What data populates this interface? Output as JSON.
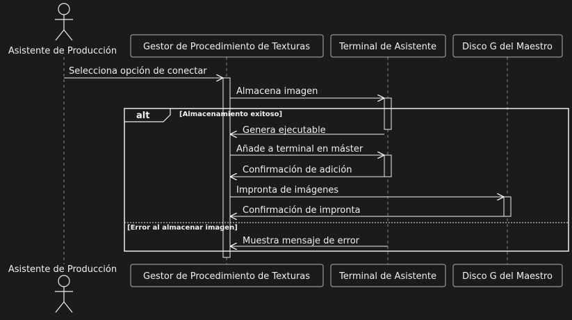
{
  "participants": [
    {
      "id": "asistente",
      "label": "Asistente de Producción",
      "kind": "actor"
    },
    {
      "id": "gestor",
      "label": "Gestor de Procedimiento de Texturas",
      "kind": "box"
    },
    {
      "id": "terminal",
      "label": "Terminal de Asistente",
      "kind": "box"
    },
    {
      "id": "disco",
      "label": "Disco G del Maestro",
      "kind": "box"
    }
  ],
  "messages": [
    {
      "from": "asistente",
      "to": "gestor",
      "label": "Selecciona opción de conectar"
    },
    {
      "from": "gestor",
      "to": "terminal",
      "label": "Almacena imagen"
    },
    {
      "from": "terminal",
      "to": "gestor",
      "label": "Genera ejecutable"
    },
    {
      "from": "gestor",
      "to": "terminal",
      "label": "Añade a terminal en máster"
    },
    {
      "from": "terminal",
      "to": "gestor",
      "label": "Confirmación de adición"
    },
    {
      "from": "gestor",
      "to": "disco",
      "label": "Impronta de imágenes"
    },
    {
      "from": "disco",
      "to": "gestor",
      "label": "Confirmación de impronta"
    },
    {
      "from": "terminal",
      "to": "gestor",
      "label": "Muestra mensaje de error"
    }
  ],
  "fragment": {
    "keyword": "alt",
    "condition_1": "[Almacenamiento exitoso]",
    "condition_2": "[Error al almacenar imagen]"
  },
  "colors": {
    "background": "#1b1b1b",
    "line": "#f0f0f0",
    "lifeline": "#888888",
    "box_fill": "#1b1b1b",
    "box_stroke": "#b0b0b0"
  }
}
